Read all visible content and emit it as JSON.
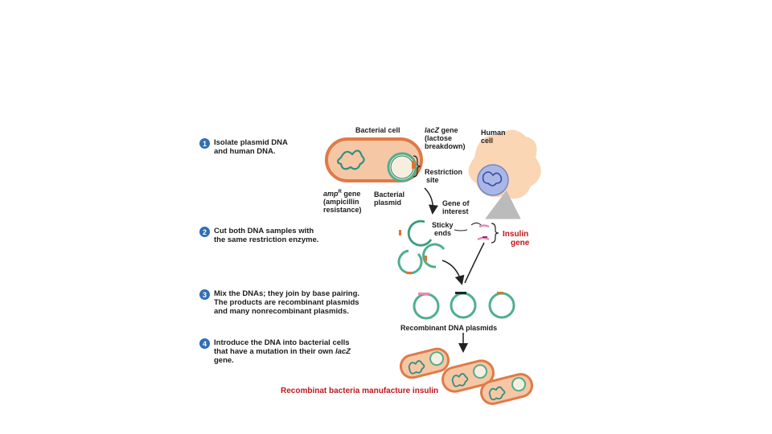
{
  "steps": [
    {
      "num": "1",
      "line1": "Isolate plasmid DNA",
      "line2": "and human DNA.",
      "line3": ""
    },
    {
      "num": "2",
      "line1": "Cut both DNA samples with",
      "line2": "the same restriction enzyme.",
      "line3": ""
    },
    {
      "num": "3",
      "line1": "Mix the DNAs; they join by base pairing.",
      "line2": "The products are recombinant plasmids",
      "line3": "and many nonrecombinant plasmids."
    },
    {
      "num": "4",
      "line1": "Introduce the DNA into bacterial cells",
      "line2": "that have a mutation in their own",
      "line2_italic": "lacZ",
      "line3": "gene."
    }
  ],
  "labels": {
    "bacterial_cell": "Bacterial cell",
    "lacz_italic": "lacZ",
    "lacz_rest": " gene",
    "lacz_line2": "(lactose",
    "lacz_line3": "breakdown)",
    "human_cell_1": "Human",
    "human_cell_2": "cell",
    "restriction_1": "Restriction",
    "restriction_2": "site",
    "amp_italic": "amp",
    "amp_sup": "R",
    "amp_rest": " gene",
    "amp_line2": "(ampicillin",
    "amp_line3": "resistance)",
    "bact_plasmid_1": "Bacterial",
    "bact_plasmid_2": "plasmid",
    "gene_interest_1": "Gene of",
    "gene_interest_2": "interest",
    "sticky_1": "Sticky",
    "sticky_2": "ends",
    "insulin_1": "Insulin",
    "insulin_2": "gene",
    "recombinant_plasmids": "Recombinant DNA plasmids",
    "bottom_caption": "Recombinat bacteria manufacture insulin"
  },
  "colors": {
    "accent_red": "#c0161b",
    "step_blue": "#2f6fb5",
    "cell_orange": "#e8885a",
    "plasmid_green": "#4fae8e"
  }
}
